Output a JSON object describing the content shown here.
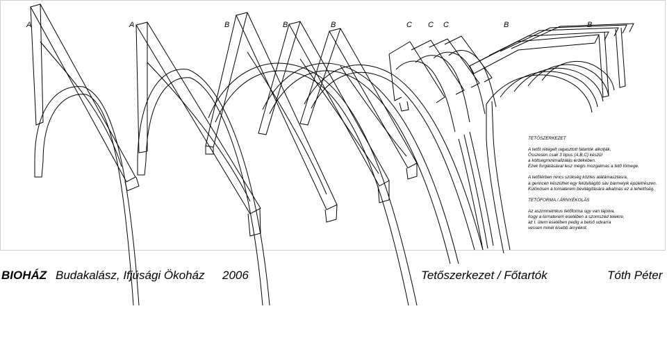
{
  "labels": [
    "A",
    "A",
    "B",
    "B",
    "B",
    "C",
    "C",
    "C",
    "B",
    "B"
  ],
  "notes": {
    "heading1": "TETŐSZERKEZET",
    "para1": [
      "A tetőt rétegelt ragasztott fatartók alkotják.",
      "Összesen csak 3 típus (A,B,C) készül",
      "a költségminimalizálás érdekében.",
      "Ezek forgatásával lesz mégis mozgalmas a tető tömege."
    ],
    "para2": [
      "A tetőtérben nincs szükség köztes alátámasztásra,",
      "a gerincen készülhet egy felülvilágító sáv bármelyik épületrészen.",
      "Különösen a tornaterem bevilágítására alkalmas ez a lehetőség."
    ],
    "heading2": "TETŐFORMA / ÁRNYÉKOLÁS",
    "para3": [
      "Az aszimmetrikus tetőforma úgy van tájolva,",
      "hogy a tornaterem esetében a szomszéd telekre,",
      "az I. ütem esetében pedig a belső udvarra",
      "vessen minél kisebb árnyékot."
    ]
  },
  "footer": {
    "brand": "BIOHÁZ",
    "project": "Budakalász, Ifjúsági Ökoház",
    "year": "2006",
    "subject": "Tetőszerkezet / Főtartók",
    "author": "Tóth Péter"
  }
}
